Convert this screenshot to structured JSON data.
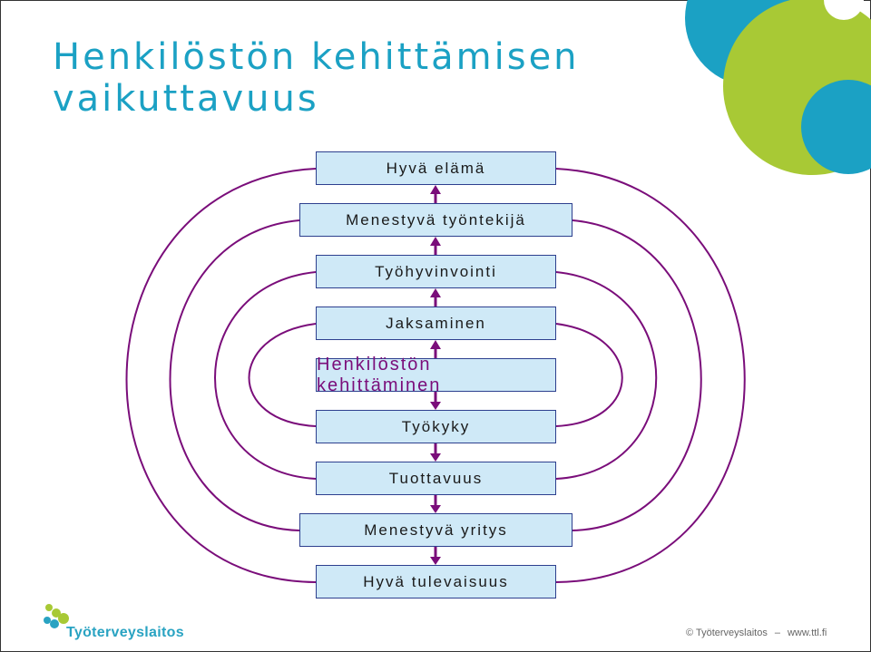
{
  "title": {
    "line1": "Henkilöstön kehittämisen",
    "line2": "vaikuttavuus"
  },
  "boxes": [
    "Hyvä elämä",
    "Menestyvä työntekijä",
    "Työhyvinvointi",
    "Jaksaminen",
    "Henkilöstön kehittäminen",
    "Työkyky",
    "Tuottavuus",
    "Menestyvä yritys",
    "Hyvä tulevaisuus"
  ],
  "logo": {
    "text": "Työterveyslaitos"
  },
  "footer": {
    "copyright": "© Työterveyslaitos",
    "dash": "–",
    "url": "www.ttl.fi"
  },
  "colors": {
    "title": "#1ba1c4",
    "box_fill": "#cfe9f7",
    "box_border": "#2d3f8e",
    "connector": "#7a0d7a",
    "decor_blue": "#1ba1c4",
    "decor_green": "#a8c935"
  }
}
